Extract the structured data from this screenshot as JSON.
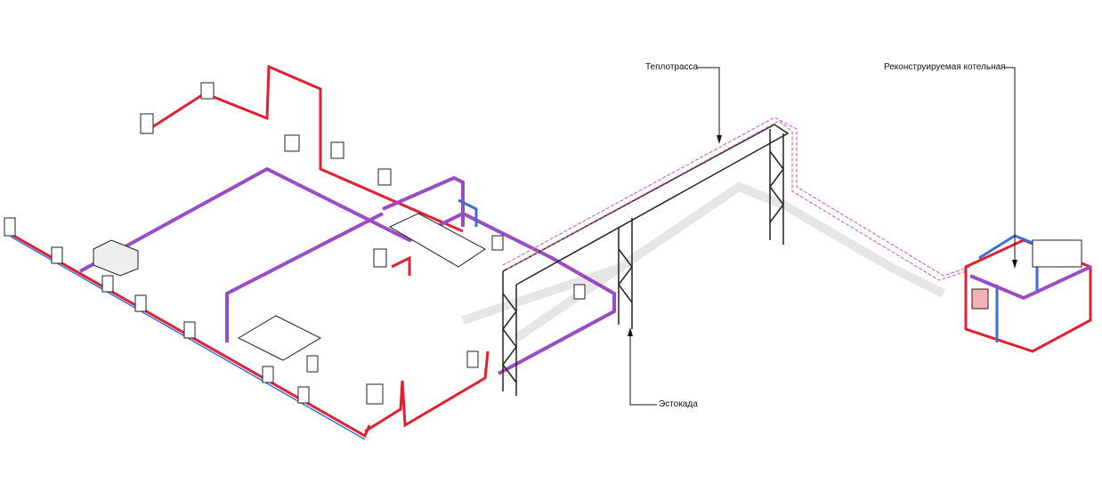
{
  "labels": {
    "heating_main": "Теплотрасса",
    "boiler_house": "Реконструируемая котельная",
    "trestle": "Эстокада"
  },
  "colors": {
    "supply": "#e02030",
    "return": "#3a6fd8",
    "combined": "#9a4cc4",
    "structure": "#222222",
    "shadow": "#d9d9d9"
  }
}
